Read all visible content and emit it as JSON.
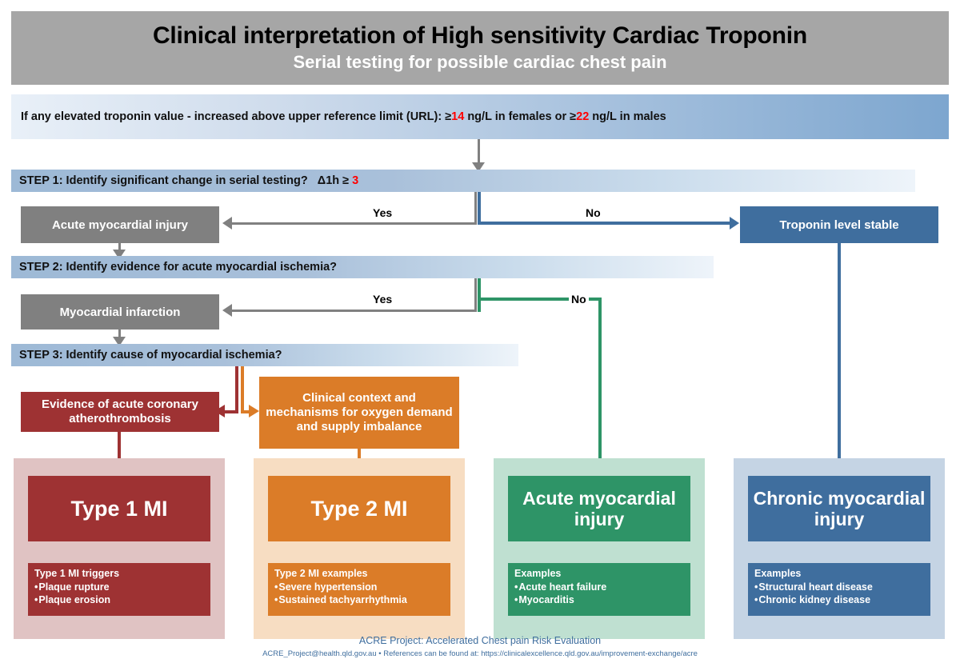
{
  "title": {
    "main": "Clinical interpretation of High sensitivity Cardiac Troponin",
    "sub": "Serial testing for possible cardiac chest pain"
  },
  "url_banner": {
    "text_before": "If any elevated troponin value - increased above upper reference limit (URL): ≥14",
    "female_value": "14",
    "male_value": "22",
    "part1": "If any elevated troponin value - increased above upper reference limit (URL): ≥",
    "part2": " ng/L in females or ≥",
    "part3": " ng/L in males"
  },
  "steps": {
    "step1": {
      "label": "STEP 1: Identify significant change in serial testing?",
      "delta_label": "Δ1h ≥",
      "delta_value": "3",
      "yes_label": "Yes",
      "no_label": "No"
    },
    "step2": {
      "label": "STEP 2: Identify evidence for acute myocardial ischemia?",
      "yes_label": "Yes",
      "no_label": "No"
    },
    "step3": {
      "label": "STEP 3: Identify cause of myocardial ischemia?"
    }
  },
  "decision_boxes": {
    "acute_myocardial_injury": "Acute myocardial injury",
    "myocardial_infarction": "Myocardial infarction",
    "troponin_level_stable": "Troponin level stable",
    "evidence_acute_coronary": "Evidence of acute coronary atherothrombosis",
    "clinical_context": "Clinical context and mechanisms for oxygen demand and supply imbalance"
  },
  "outcomes": [
    {
      "id": "type1",
      "heading": "Type 1 MI",
      "examples_title": "Type 1 MI triggers",
      "examples": [
        "Plaque rupture",
        "Plaque erosion"
      ],
      "color": "#9e3233",
      "panel_color": "#e0c3c3"
    },
    {
      "id": "type2",
      "heading": "Type 2 MI",
      "examples_title": "Type 2 MI examples",
      "examples": [
        "Severe hypertension",
        "Sustained tachyarrhythmia"
      ],
      "color": "#db7c28",
      "panel_color": "#f7ddc2"
    },
    {
      "id": "acute",
      "heading": "Acute myocardial injury",
      "examples_title": "Examples",
      "examples": [
        "Acute heart failure",
        "Myocarditis"
      ],
      "color": "#2e9467",
      "panel_color": "#bfe0d1"
    },
    {
      "id": "chronic",
      "heading": "Chronic myocardial injury",
      "examples_title": "Examples",
      "examples": [
        "Structural heart disease",
        "Chronic kidney disease"
      ],
      "color": "#3f6e9e",
      "panel_color": "#c5d4e4"
    }
  ],
  "footer": {
    "line1": "ACRE Project: Accelerated Chest pain Risk Evaluation",
    "line2": "ACRE_Project@health.qld.gov.au • References can be found at: https://clinicalexcellence.qld.gov.au/improvement-exchange/acre"
  },
  "colors": {
    "title_bar": "#a6a6a6",
    "grey_box": "#808080",
    "blue": "#3f6e9e",
    "green": "#2e9467",
    "dark_red": "#9e3233",
    "orange": "#db7c28",
    "red_text": "#ff0000"
  }
}
